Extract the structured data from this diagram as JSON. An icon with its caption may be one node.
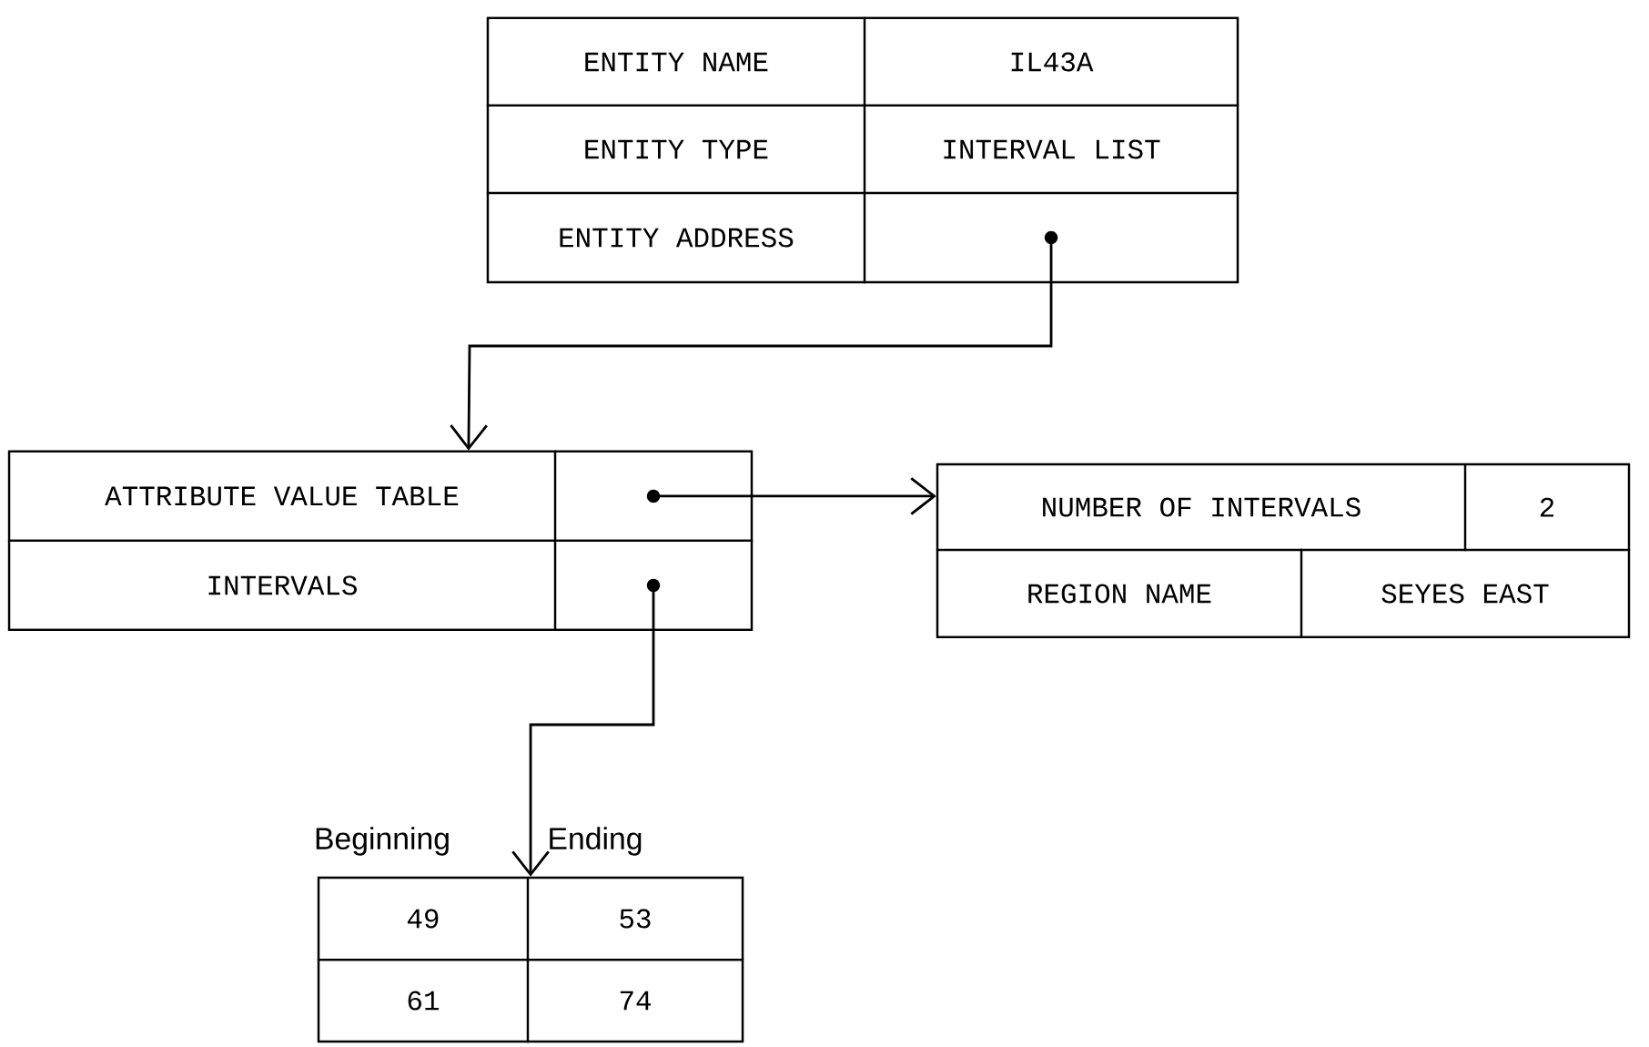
{
  "diagram": {
    "nodes": [
      {
        "text": [],
        "shape": "box"
      },
      {
        "text": [
          "ENTITY NAME"
        ],
        "in": 0
      },
      {
        "text": [
          "IL43A"
        ],
        "in": 0
      },
      {
        "text": [
          "ENTITY TYPE"
        ],
        "in": 0
      },
      {
        "text": [
          "INTERVAL LIST"
        ],
        "in": 0
      },
      {
        "text": [
          "ENTITY ADDRESS"
        ],
        "in": 0
      },
      {
        "text": [],
        "shape": "box",
        "in": 0
      },
      {
        "text": [],
        "shape": "box"
      },
      {
        "text": [
          "ATTRIBUTE VALUE TABLE"
        ],
        "in": 7
      },
      {
        "text": [],
        "shape": "box",
        "in": 7
      },
      {
        "text": [
          "INTERVALS"
        ],
        "in": 7
      },
      {
        "text": [],
        "shape": "box",
        "in": 7
      },
      {
        "text": [],
        "shape": "box"
      },
      {
        "text": [
          "NUMBER OF INTERVALS"
        ],
        "in": 12
      },
      {
        "text": [
          "2"
        ],
        "in": 12
      },
      {
        "text": [
          "REGION NAME"
        ],
        "in": 12
      },
      {
        "text": [
          "SEYES EAST"
        ],
        "in": 12
      },
      {
        "text": [],
        "shape": "box",
        "beside": [
          "Beginning",
          "Ending"
        ]
      },
      {
        "text": [
          "49"
        ],
        "in": 17
      },
      {
        "text": [
          "53"
        ],
        "in": 17
      },
      {
        "text": [
          "61"
        ],
        "in": 17
      },
      {
        "text": [
          "74"
        ],
        "in": 17
      }
    ],
    "edges": [
      {
        "from": 6,
        "to": 7,
        "arrow": "to"
      },
      {
        "from": 9,
        "to": 12,
        "arrow": "to"
      },
      {
        "from": 11,
        "to": 17,
        "arrow": "to"
      }
    ]
  }
}
